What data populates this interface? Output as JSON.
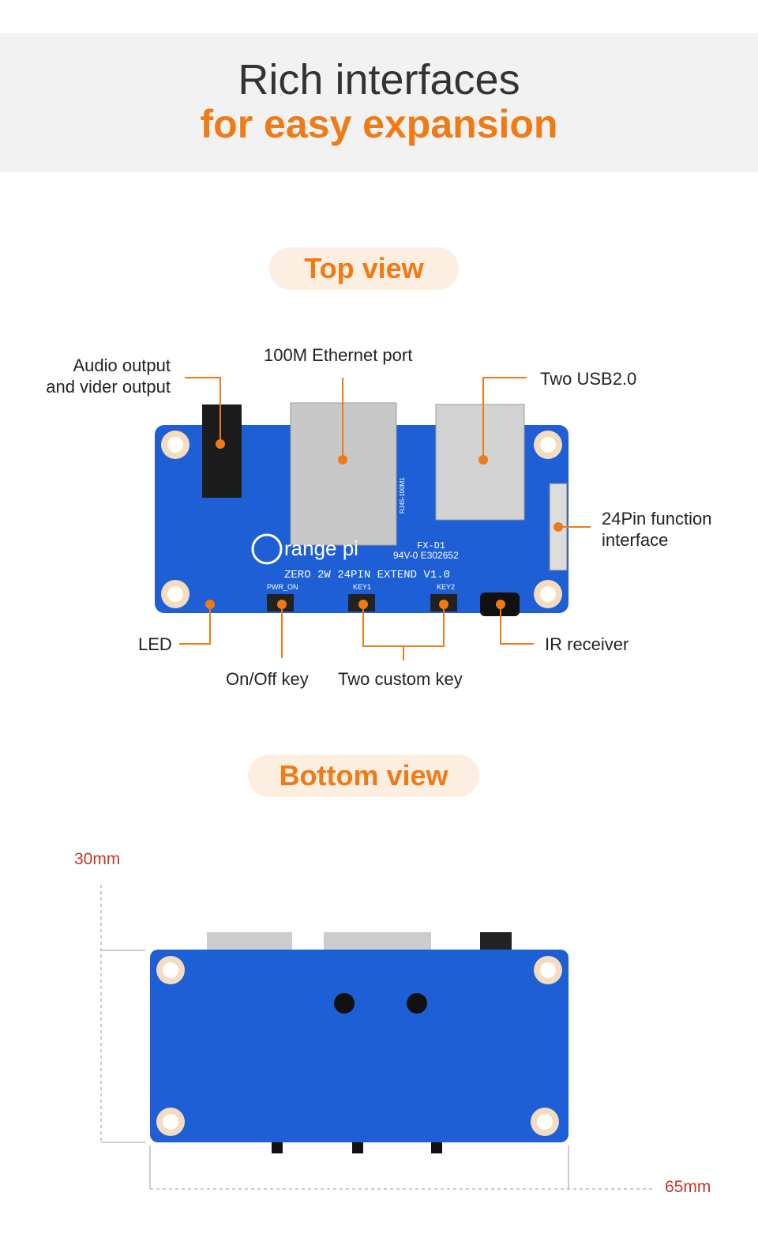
{
  "header": {
    "title_line1": "Rich interfaces",
    "title_line2": "for easy expansion"
  },
  "top_view": {
    "section_title": "Top view",
    "callouts": {
      "audio": "Audio output",
      "audio2": "and vider output",
      "ethernet": "100M Ethernet port",
      "usb": "Two USB2.0",
      "pin": "24Pin function",
      "pin2": "interface",
      "led": "LED",
      "ir": "IR receiver",
      "onoff": "On/Off key",
      "custom": "Two custom key"
    },
    "board_markings": {
      "brand": "range pi",
      "model": "ZERO 2W 24PIN EXTEND V1.0",
      "fx": "FX-D1",
      "pwr": "PWR_ON",
      "key1": "KEY1",
      "key2": "KEY2",
      "rj": "RJ45-100M1",
      "ul": "94V-0 E302652"
    }
  },
  "bottom_view": {
    "section_title": "Bottom view",
    "height_label": "30mm",
    "width_label": "65mm"
  },
  "colors": {
    "accent": "#f07a14",
    "board": "#1f5fd6",
    "dimension": "#c0392b"
  }
}
